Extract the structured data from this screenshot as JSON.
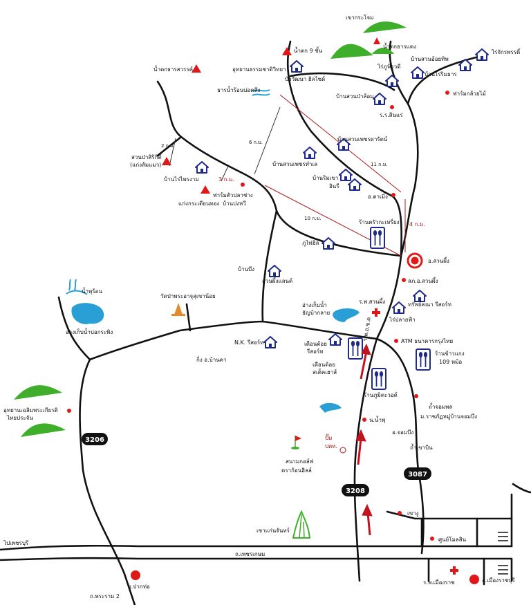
{
  "colors": {
    "road": "#111111",
    "poi_red": "#e01818",
    "house_blue": "#1d2a8a",
    "water": "#2a9fd6",
    "hill_green": "#3fae2a",
    "distance_red": "#b01818",
    "temple_orange": "#e58a2a"
  },
  "roads": {
    "route_3206": "3206",
    "route_3208": "3208",
    "route_3087": "3087",
    "main_highway": "ถ.เพชรเกษม",
    "to_phetchaburi": "ไปเพชรบุรี",
    "to_phraram2": "ถ.พระราม 2"
  },
  "distances": {
    "d_2km": "2 ก.ม.",
    "d_3km": "3 ก.ม.",
    "d_6km": "6 ก.ม.",
    "d_11km": "11 ก.ม.",
    "d_10km": "10 ก.ม.",
    "d_4km": "4 ก.ม."
  },
  "places": {
    "khao_krajom": "เขากระโจม",
    "namtok_kaeng": "น้ำตกธารแดง",
    "namtok_9": "น้ำตก 9 ชั้น",
    "namtok_sawan": "น้ำตกธารสวรรค์",
    "utthayan": "อุทยานธรรมชาติวิทยา",
    "tharn_nam_ron": "ธารน้ำร้อนบ่อคลึง",
    "baan_bua": "บัววัฒนา ฮิลไซด์",
    "rai_phu": "ไร่ภูฟ้าวดี",
    "baan_suan_oi": "บ้านสวนอ้อยทิพ",
    "baan_rai_rim_tarn": "บ้านไร่ริมธาร",
    "rai_jakapan": "ไร่จักรพรรดิ์",
    "farm_kluai": "ฟาร์มกล้วยไม้",
    "baan_suan_pa_lom": "บ้านสวนป่าล้อม",
    "ror_sor": "ร.ร.สินแร่",
    "suan_pa_sirikit": "สวนป่าสิริกิติ์",
    "suan_pa_sirikit2": "(แก่งส้มแมว)",
    "baan_rai_phrai": "บ้านไร่ไพรงาม",
    "kaeng_pa_tao": "แก่งกระเตียนทอง",
    "farm_chang": "ฟาร์มตัวปลาช่าง",
    "baan_pong": "บ้านปงหวี",
    "baan_suan_rak": "บ้านสวนเพชรดารัตน์",
    "baan_suan_phet": "บ้านสวนเพชรทำเล",
    "baan_rim_khao": "บ้านริมเขา",
    "in_ri": "อินรี",
    "or_tako": "อ.ตาเมิ่ง",
    "ran_khrua": "ร้านครัวกะเหรี่ยง",
    "phu_thai": "ภูไท่ฮิล",
    "suan_phueng": "อ.สวนผึ้ง",
    "nam_phu_ron": "น้ำพุร้อน",
    "wat": "วัดป่าพระอาจุสุเขาน้อย",
    "ang_kep_nam": "อ่างเก็บน้ำบ่อกระพิง",
    "baan_bueng": "บ้านบึง",
    "suan_phueng_land": "สวนผึ้งแลนด์",
    "ang_chon_pratan": "อ่างเก็บน้ำ",
    "ang_chon_pratan2": "ธัญบ้ากลาย",
    "rp_suan_phueng": "ร.พ.สวนผึ้ง",
    "sor_suan_phueng": "สภ.อ.สวนผึ้ง",
    "trip_resort": "ทรัพย์คณา รีสอร์ท",
    "rai_plai_fa": "ไร่ปลายฟ้า",
    "nk_resort": "N.K. รีสอร์ท",
    "kor_baan_kha": "กิ่ง อ.บ้านคา",
    "duen_doi": "เดือนด้อย",
    "duen_doi2": "รีสอร์ท",
    "duen_doi_house": "เดือนด้อย",
    "duen_doi_house2": "สเต็คเฮาส์",
    "atm": "ATM ธนาคารกรุงไทย",
    "ran_khao_gang": "ร้านข้าวแกง",
    "ran_khao_gang2": "109 หม้อ",
    "ran_pumtoad": "ร้านภูมิตะวอด์",
    "utthayan_chaloem": "อุทยานเฉลิมพระเกียรติ",
    "utthayan_chaloem2": "ไทยประจัน",
    "tham_chompon": "ถ้ำจอมพล",
    "rajabhat": "ม.ราชภัฏหมู่บ้านจอมบึง",
    "n_namphu": "น.น้ำพุ",
    "or_chombueng": "อ.จอมบึง",
    "tham_khao_bin": "ถ้ำเขาบิน",
    "pump": "ปั๊ม",
    "pump2": "ปตท.",
    "golf": "สนามกอล์ฟ",
    "golf2": "ดราก้อนฮิลล์",
    "khao_ngu": "เขางู",
    "khao_kaen_chan": "เขาแก่นจันทร์",
    "center_city": "ศูนย์โมลสิน",
    "pak_tho": "อ.ปากท่อ",
    "rp_mueang": "ร.พ.เมืองราช",
    "mueang_ratchaburi": "อ.เมืองราชบุรี",
    "road_vertical": "ร.พ.อ.ข.ค"
  }
}
